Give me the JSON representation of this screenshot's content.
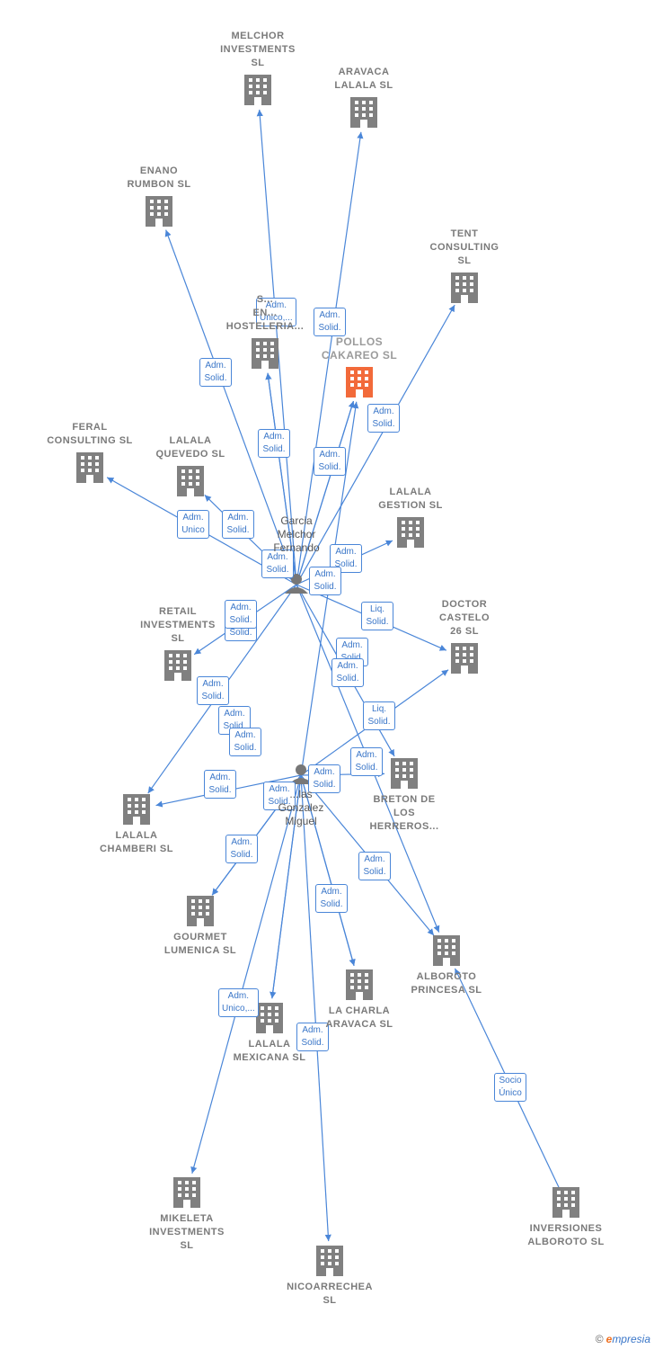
{
  "colors": {
    "edge": "#4a86d8",
    "company": "#808080",
    "highlight": "#f26a3a",
    "person": "#777777"
  },
  "companies": [
    {
      "id": "melchor",
      "label": "MELCHOR\nINVESTMENTS\nSL",
      "icon": "building-icon"
    },
    {
      "id": "aravaca",
      "label": "ARAVACA\nLALALA  SL",
      "icon": "building-icon"
    },
    {
      "id": "enano",
      "label": "ENANO\nRUMBON  SL",
      "icon": "building-icon"
    },
    {
      "id": "tent",
      "label": "TENT\nCONSULTING\nSL",
      "icon": "building-icon"
    },
    {
      "id": "hosteleria",
      "label": "S...\nEN...\nHOSTELERIA...",
      "icon": "building-icon"
    },
    {
      "id": "pollos",
      "label": "POLLOS\nCAKAREO  SL",
      "icon": "building-icon",
      "highlight": true
    },
    {
      "id": "feral",
      "label": "FERAL\nCONSULTING SL",
      "icon": "building-icon"
    },
    {
      "id": "quevedo",
      "label": "LALALA\nQUEVEDO  SL",
      "icon": "building-icon"
    },
    {
      "id": "gestion",
      "label": "LALALA\nGESTION  SL",
      "icon": "building-icon"
    },
    {
      "id": "retail",
      "label": "RETAIL\nINVESTMENTS\nSL",
      "icon": "building-icon"
    },
    {
      "id": "doctor",
      "label": "DOCTOR\nCASTELO\n26  SL",
      "icon": "building-icon"
    },
    {
      "id": "breton",
      "label": "BRETON DE\nLOS\nHERREROS...",
      "icon": "building-icon"
    },
    {
      "id": "chamberi",
      "label": "LALALA\nCHAMBERI  SL",
      "icon": "building-icon"
    },
    {
      "id": "gourmet",
      "label": "GOURMET\nLUMENICA  SL",
      "icon": "building-icon"
    },
    {
      "id": "alboroto",
      "label": "ALBOROTO\nPRINCESA  SL",
      "icon": "building-icon"
    },
    {
      "id": "charla",
      "label": "LA CHARLA\nARAVACA  SL",
      "icon": "building-icon"
    },
    {
      "id": "mexicana",
      "label": "LALALA\nMEXICANA  SL",
      "icon": "building-icon"
    },
    {
      "id": "mikeleta",
      "label": "MIKELETA\nINVESTMENTS\nSL",
      "icon": "building-icon"
    },
    {
      "id": "nicoarrechea",
      "label": "NICOARRECHEA\nSL",
      "icon": "building-icon"
    },
    {
      "id": "inversiones",
      "label": "INVERSIONES\nALBOROTO  SL",
      "icon": "building-icon"
    }
  ],
  "persons": [
    {
      "id": "p1",
      "label": "Garcia\nMelchor\nFernando",
      "icon": "person-icon"
    },
    {
      "id": "p2",
      "label": "...las\nGonzalez\nMiguel",
      "icon": "person-icon"
    }
  ],
  "edge_labels": [
    "Adm.\nUnico,...",
    "Adm.\nSolid.",
    "Adm.\nSolid.",
    "Adm.\nSolid.",
    "Adm.\nSolid.",
    "Adm.\nSolid.",
    "Adm.\nUnico",
    "Adm.\nSolid.",
    "Adm.\nSolid.",
    "Adm.\nSolid.",
    "Adm.\nSolid.",
    "Adm.\nSolid.",
    "Adm.\nSolid.",
    "Liq.\nSolid.",
    "Adm.\nSolid.",
    "Adm.\nSolid.",
    "Adm.\nSolid.",
    "Adm.\nSolid.",
    "Liq.\nSolid.",
    "Adm.\nSolid.",
    "Adm.\nSolid.",
    "Adm.\nSolid.",
    "Adm.\nSolid.",
    "Adm.\nSolid.",
    "Adm.\nSolid.",
    "Adm.\nSolid.",
    "Adm.\nSolid.",
    "Adm.\nUnico,...",
    "Adm.\nSolid.",
    "Socio\nÚnico"
  ],
  "footer": {
    "copyright": "©",
    "brand_e": "e",
    "brand_rest": "mpresia"
  }
}
